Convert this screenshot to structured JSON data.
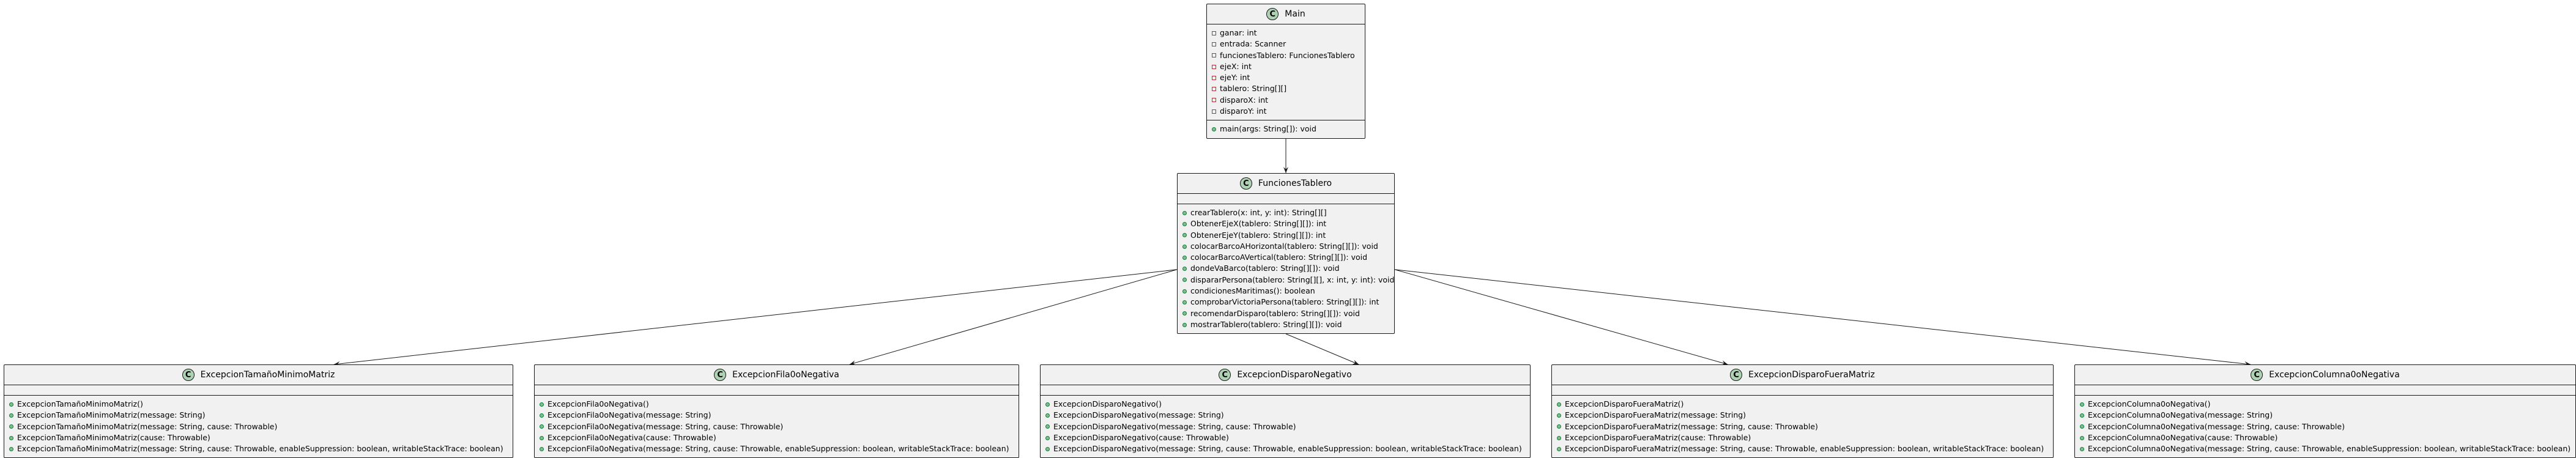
{
  "diagram": {
    "classes": [
      {
        "id": "main",
        "name": "Main",
        "stereotype_icon": "C",
        "fields": [
          {
            "visibility": "private",
            "text": "ganar: int"
          },
          {
            "visibility": "private",
            "text": "entrada: Scanner"
          },
          {
            "visibility": "private",
            "text": "funcionesTablero: FuncionesTablero"
          },
          {
            "visibility": "private",
            "text": "ejeX: int"
          },
          {
            "visibility": "private",
            "text": "ejeY: int"
          },
          {
            "visibility": "private",
            "text": "tablero: String[][]"
          },
          {
            "visibility": "private",
            "text": "disparoX: int"
          },
          {
            "visibility": "private",
            "text": "disparoY: int"
          }
        ],
        "methods": [
          {
            "visibility": "public",
            "text": "main(args: String[]): void"
          }
        ]
      },
      {
        "id": "funciones",
        "name": "FuncionesTablero",
        "stereotype_icon": "C",
        "fields": [],
        "methods": [
          {
            "visibility": "public",
            "text": "crearTablero(x: int, y: int): String[][]"
          },
          {
            "visibility": "public",
            "text": "ObtenerEjeX(tablero: String[][]): int"
          },
          {
            "visibility": "public",
            "text": "ObtenerEjeY(tablero: String[][]): int"
          },
          {
            "visibility": "public",
            "text": "colocarBarcoAHorizontal(tablero: String[][]): void"
          },
          {
            "visibility": "public",
            "text": "colocarBarcoAVertical(tablero: String[][]): void"
          },
          {
            "visibility": "public",
            "text": "dondeVaBarco(tablero: String[][]): void"
          },
          {
            "visibility": "public",
            "text": "dispararPersona(tablero: String[][], x: int, y: int): void"
          },
          {
            "visibility": "public",
            "text": "condicionesMaritimas(): boolean"
          },
          {
            "visibility": "public",
            "text": "comprobarVictoriaPersona(tablero: String[][]): int"
          },
          {
            "visibility": "public",
            "text": "recomendarDisparo(tablero: String[][]): void"
          },
          {
            "visibility": "public",
            "text": "mostrarTablero(tablero: String[][]): void"
          }
        ]
      },
      {
        "id": "exc_tamano",
        "name": "ExcepcionTamañoMinimoMatriz",
        "stereotype_icon": "C",
        "fields": [],
        "methods": [
          {
            "visibility": "public",
            "text": "ExcepcionTamañoMinimoMatriz()"
          },
          {
            "visibility": "public",
            "text": "ExcepcionTamañoMinimoMatriz(message: String)"
          },
          {
            "visibility": "public",
            "text": "ExcepcionTamañoMinimoMatriz(message: String, cause: Throwable)"
          },
          {
            "visibility": "public",
            "text": "ExcepcionTamañoMinimoMatriz(cause: Throwable)"
          },
          {
            "visibility": "public",
            "text": "ExcepcionTamañoMinimoMatriz(message: String, cause: Throwable, enableSuppression: boolean, writableStackTrace: boolean)"
          }
        ]
      },
      {
        "id": "exc_fila",
        "name": "ExcepcionFila0oNegativa",
        "stereotype_icon": "C",
        "fields": [],
        "methods": [
          {
            "visibility": "public",
            "text": "ExcepcionFila0oNegativa()"
          },
          {
            "visibility": "public",
            "text": "ExcepcionFila0oNegativa(message: String)"
          },
          {
            "visibility": "public",
            "text": "ExcepcionFila0oNegativa(message: String, cause: Throwable)"
          },
          {
            "visibility": "public",
            "text": "ExcepcionFila0oNegativa(cause: Throwable)"
          },
          {
            "visibility": "public",
            "text": "ExcepcionFila0oNegativa(message: String, cause: Throwable, enableSuppression: boolean, writableStackTrace: boolean)"
          }
        ]
      },
      {
        "id": "exc_disparo_neg",
        "name": "ExcepcionDisparoNegativo",
        "stereotype_icon": "C",
        "fields": [],
        "methods": [
          {
            "visibility": "public",
            "text": "ExcepcionDisparoNegativo()"
          },
          {
            "visibility": "public",
            "text": "ExcepcionDisparoNegativo(message: String)"
          },
          {
            "visibility": "public",
            "text": "ExcepcionDisparoNegativo(message: String, cause: Throwable)"
          },
          {
            "visibility": "public",
            "text": "ExcepcionDisparoNegativo(cause: Throwable)"
          },
          {
            "visibility": "public",
            "text": "ExcepcionDisparoNegativo(message: String, cause: Throwable, enableSuppression: boolean, writableStackTrace: boolean)"
          }
        ]
      },
      {
        "id": "exc_disparo_fuera",
        "name": "ExcepcionDisparoFueraMatriz",
        "stereotype_icon": "C",
        "fields": [],
        "methods": [
          {
            "visibility": "public",
            "text": "ExcepcionDisparoFueraMatriz()"
          },
          {
            "visibility": "public",
            "text": "ExcepcionDisparoFueraMatriz(message: String)"
          },
          {
            "visibility": "public",
            "text": "ExcepcionDisparoFueraMatriz(message: String, cause: Throwable)"
          },
          {
            "visibility": "public",
            "text": "ExcepcionDisparoFueraMatriz(cause: Throwable)"
          },
          {
            "visibility": "public",
            "text": "ExcepcionDisparoFueraMatriz(message: String, cause: Throwable, enableSuppression: boolean, writableStackTrace: boolean)"
          }
        ]
      },
      {
        "id": "exc_columna",
        "name": "ExcepcionColumna0oNegativa",
        "stereotype_icon": "C",
        "fields": [],
        "methods": [
          {
            "visibility": "public",
            "text": "ExcepcionColumna0oNegativa()"
          },
          {
            "visibility": "public",
            "text": "ExcepcionColumna0oNegativa(message: String)"
          },
          {
            "visibility": "public",
            "text": "ExcepcionColumna0oNegativa(message: String, cause: Throwable)"
          },
          {
            "visibility": "public",
            "text": "ExcepcionColumna0oNegativa(cause: Throwable)"
          },
          {
            "visibility": "public",
            "text": "ExcepcionColumna0oNegativa(message: String, cause: Throwable, enableSuppression: boolean, writableStackTrace: boolean)"
          }
        ]
      }
    ],
    "relations": [
      {
        "from": "main",
        "to": "funciones",
        "type": "dependency-arrow"
      },
      {
        "from": "funciones",
        "to": "exc_tamano",
        "type": "dependency-arrow"
      },
      {
        "from": "funciones",
        "to": "exc_fila",
        "type": "dependency-arrow"
      },
      {
        "from": "funciones",
        "to": "exc_disparo_neg",
        "type": "dependency-arrow"
      },
      {
        "from": "funciones",
        "to": "exc_disparo_fuera",
        "type": "dependency-arrow"
      },
      {
        "from": "funciones",
        "to": "exc_columna",
        "type": "dependency-arrow"
      }
    ],
    "colors": {
      "class_fill": "#f1f1f1",
      "border": "#181818",
      "class_badge": "#add1b2",
      "private_marker": "#c82930",
      "public_marker": "#84be84",
      "edge": "#181818"
    }
  }
}
